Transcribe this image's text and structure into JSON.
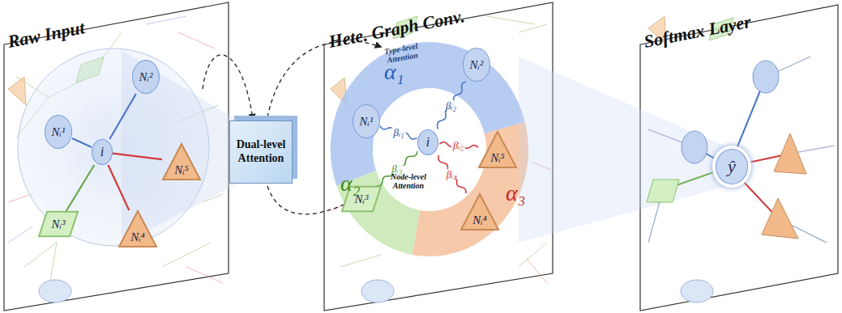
{
  "diagram": {
    "nodes": [
      {
        "text": [
          "i"
        ]
      },
      {
        "text": [
          "Nᵢ¹"
        ]
      },
      {
        "text": [
          "Nᵢ²"
        ]
      },
      {
        "text": [
          "Nᵢ³"
        ]
      },
      {
        "text": [
          "Nᵢ⁴"
        ]
      },
      {
        "text": [
          "Nᵢ⁵"
        ]
      },
      {
        "text": [
          "Dual-level Attention"
        ]
      },
      {
        "text": [
          "i"
        ]
      },
      {
        "text": [
          "Nᵢ¹"
        ]
      },
      {
        "text": [
          "Nᵢ²"
        ]
      },
      {
        "text": [
          "Nᵢ³"
        ]
      },
      {
        "text": [
          "Nᵢ⁴"
        ]
      },
      {
        "text": [
          "Nᵢ⁵"
        ]
      },
      {
        "text": [
          "ŷ"
        ]
      }
    ],
    "edges": [
      {
        "from": 0,
        "to": 1,
        "arrow": "none"
      },
      {
        "from": 0,
        "to": 2,
        "arrow": "none"
      },
      {
        "from": 0,
        "to": 3,
        "arrow": "none"
      },
      {
        "from": 0,
        "to": 4,
        "arrow": "none"
      },
      {
        "from": 0,
        "to": 5,
        "arrow": "none"
      },
      {
        "from": 8,
        "to": 7,
        "label": "βᵢ₁",
        "arrow": "none"
      },
      {
        "from": 9,
        "to": 7,
        "label": "βᵢ₂",
        "arrow": "none"
      },
      {
        "from": 10,
        "to": 7,
        "label": "βᵢ₃",
        "arrow": "none"
      },
      {
        "from": 11,
        "to": 7,
        "label": "βᵢ₄",
        "arrow": "none"
      },
      {
        "from": 12,
        "to": 7,
        "label": "βᵢ₅",
        "arrow": "none"
      }
    ],
    "labels": [
      "Raw Input",
      "Hete. Graph Conv.",
      "Softmax Layer",
      "Type-level Attention",
      "Node-level Attention",
      "α₁",
      "α₂",
      "α₃"
    ]
  }
}
